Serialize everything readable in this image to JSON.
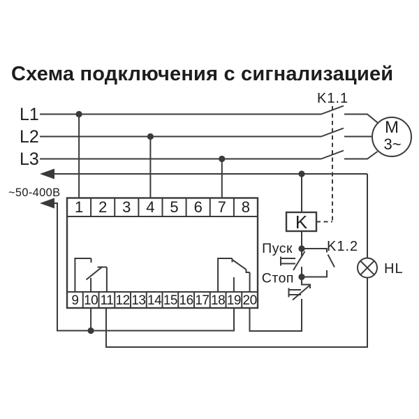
{
  "title": "Схема подключения с сигнализацией",
  "colors": {
    "line": "#3a3a3a",
    "text": "#1d1d1d",
    "background": "#ffffff"
  },
  "supply": {
    "voltage_label": "~50-400В"
  },
  "phases": {
    "l1": "L1",
    "l2": "L2",
    "l3": "L3"
  },
  "components": {
    "contactor_main_contacts": "K1.1",
    "contactor_aux_contact": "K1.2",
    "coil": "K",
    "start_button": "Пуск",
    "stop_button": "Стоп",
    "lamp": "HL",
    "motor_letter": "M",
    "motor_type": "3~"
  },
  "terminals": {
    "top": [
      "1",
      "2",
      "3",
      "4",
      "5",
      "6",
      "7",
      "8"
    ],
    "bottom": [
      "9",
      "10",
      "11",
      "12",
      "13",
      "14",
      "15",
      "16",
      "17",
      "18",
      "19",
      "20"
    ]
  }
}
